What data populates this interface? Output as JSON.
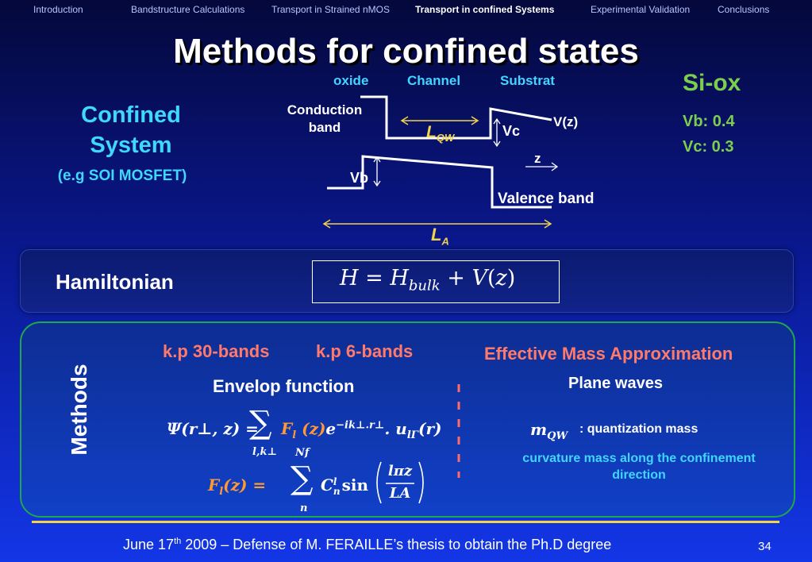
{
  "nav": {
    "items": [
      {
        "label": "Introduction",
        "active": false
      },
      {
        "label": "Bandstructure Calculations",
        "active": false
      },
      {
        "label": "Transport in Strained nMOS",
        "active": false
      },
      {
        "label": "Transport in confined Systems",
        "active": true
      },
      {
        "label": "Experimental Validation",
        "active": false
      },
      {
        "label": "Conclusions",
        "active": false
      }
    ]
  },
  "slide": {
    "title": "Methods for confined states"
  },
  "left": {
    "confined_line1": "Confined",
    "confined_line2": "System",
    "example": "(e.g SOI MOSFET)"
  },
  "diagram": {
    "oxide": "oxide",
    "channel": "Channel",
    "substrat": "Substrat",
    "conduction_line1": "Conduction",
    "conduction_line2": "band",
    "lqw": "L",
    "lqw_sub": "QW",
    "vc": "Vc",
    "vz": "V(z)",
    "z": "z",
    "vb": "Vb",
    "valence": "Valence band",
    "la": "L",
    "la_sub": "A"
  },
  "right": {
    "material": "Si-ox",
    "vb": "Vb: 0.4",
    "vc": "Vc: 0.3"
  },
  "hamiltonian": {
    "label": "Hamiltonian",
    "H": "H",
    "eq": "=",
    "Hb": "H",
    "bulk": "bulk",
    "plus": "+",
    "V": "V",
    "paren_open": "(",
    "zz": "z",
    "paren_close": ")"
  },
  "methods": {
    "side_label": "Methods",
    "kp30": "k.p 30-bands",
    "kp6": "k.p 6-bands",
    "envelop": "Envelop function",
    "ema": "Effective Mass Approximation",
    "plane_waves": "Plane waves",
    "mqw_m": "m",
    "mqw_sub": "QW",
    "quant_mass": ": quantization mass",
    "curvature_line1": "curvature mass along the confinement",
    "curvature_line2": "direction"
  },
  "formulas": {
    "psi": "Ψ(r⊥, z) =",
    "sum_sym": "∑",
    "sum1_lower": "l,k⊥",
    "F": "F",
    "l": "l",
    "fz": "(z)",
    "e": "e",
    "exponent": "−ik⊥.r⊥",
    "dot": ". ",
    "u": "u",
    "u_sub": "lΓ",
    "u_arg": "(r)",
    "F2": "F",
    "l2": "l",
    "f2_rest": "(z) =",
    "sum2_upper": "Nf",
    "sum2_lower": "n",
    "C": "C",
    "C_sup": "l",
    "C_sub": "n",
    "sin": "sin",
    "frac_num": "lπz",
    "frac_den": "LA"
  },
  "footer": {
    "text_pre": "June 17",
    "text_sup": "th",
    "text_post": " 2009 – Defense of M. FERAILLE’s thesis to obtain the Ph.D degree",
    "page": "34"
  },
  "colors": {
    "accent_cyan": "#40d6ff",
    "salmon": "#ff7a6a",
    "green": "#7ccf4c",
    "yellow": "#f2d44a",
    "orange": "#ff9933"
  }
}
